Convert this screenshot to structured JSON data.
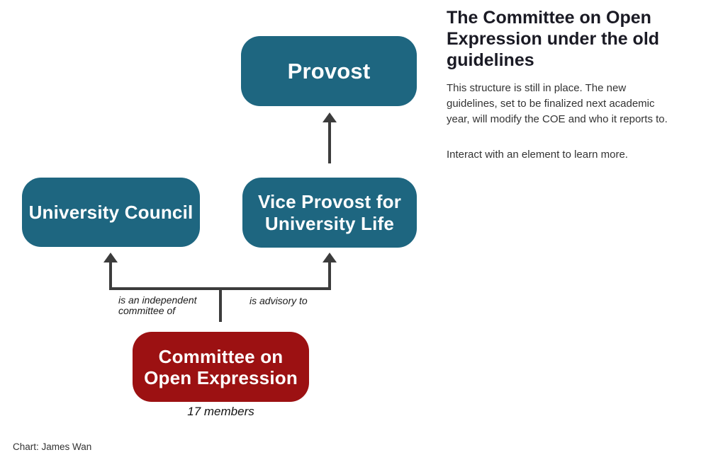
{
  "panel": {
    "title_lines": [
      "The Committee on Open",
      "Expression under the old",
      "guidelines"
    ],
    "description_lines": [
      "This structure is still in place. The new",
      "guidelines, set to be finalized next academic",
      "year, will modify the COE and who it reports to."
    ],
    "cta": "Interact with an element to learn more."
  },
  "diagram": {
    "nodes": {
      "provost": {
        "label_lines": [
          "Provost"
        ],
        "color": "#1e6680"
      },
      "university_council": {
        "label_lines": [
          "University Council"
        ],
        "color": "#1e6680"
      },
      "vice_provost": {
        "label_lines": [
          "Vice Provost for",
          "University Life"
        ],
        "color": "#1e6680"
      },
      "committee_open_expression": {
        "label_lines": [
          "Committee on",
          "Open Expression"
        ],
        "color": "#9c1112",
        "members_note": "17 members"
      }
    },
    "edge_labels": {
      "independent_lines": [
        "is an independent",
        "committee of"
      ],
      "advisory": "is advisory to"
    },
    "arrow_color": "#3c3c3c"
  },
  "caption": "Chart: James Wan",
  "colors": {
    "node_teal": "#1e6680",
    "node_red": "#9c1112",
    "arrow": "#3c3c3c",
    "title_text": "#1a1a24",
    "body_text": "#333333"
  }
}
